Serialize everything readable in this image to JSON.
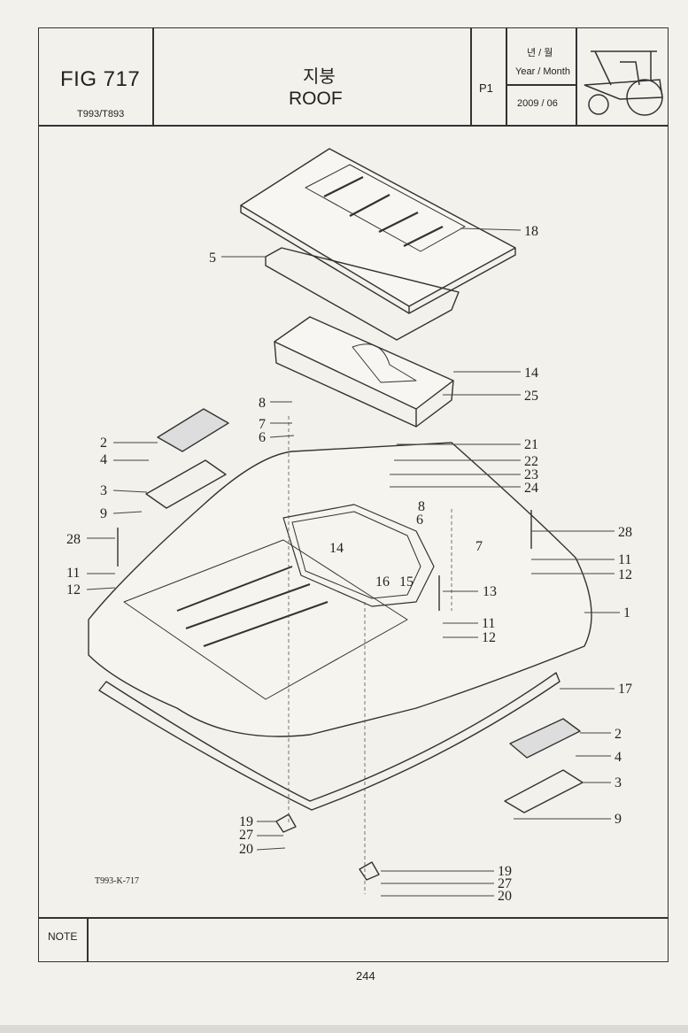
{
  "header": {
    "fig_label": "FIG 717",
    "model": "T993/T893",
    "title_kr": "지붕",
    "title_en": "ROOF",
    "page_code": "P1",
    "year_month_kr": "년 / 월",
    "year_month_en": "Year / Month",
    "date": "2009 / 06"
  },
  "drawing": {
    "code": "T993-K-717",
    "callouts": {
      "c18": "18",
      "c5": "5",
      "c14a": "14",
      "c25": "25",
      "c8a": "8",
      "c7a": "7",
      "c6a": "6",
      "c21": "21",
      "c22": "22",
      "c23": "23",
      "c24": "24",
      "c2a": "2",
      "c4a": "4",
      "c3a": "3",
      "c9a": "9",
      "c28a": "28",
      "c11a": "11",
      "c12a": "12",
      "c8b": "8",
      "c6b": "6",
      "c14b": "14",
      "c7b": "7",
      "c16": "16",
      "c15": "15",
      "c13": "13",
      "c28b": "28",
      "c11b": "11",
      "c12b": "12",
      "c1": "1",
      "c11c": "11",
      "c12c": "12",
      "c17": "17",
      "c2b": "2",
      "c4b": "4",
      "c3b": "3",
      "c9b": "9",
      "c19a": "19",
      "c27a": "27",
      "c20a": "20",
      "c19b": "19",
      "c27b": "27",
      "c20b": "20"
    }
  },
  "footer": {
    "note_label": "NOTE",
    "page_number": "244"
  }
}
